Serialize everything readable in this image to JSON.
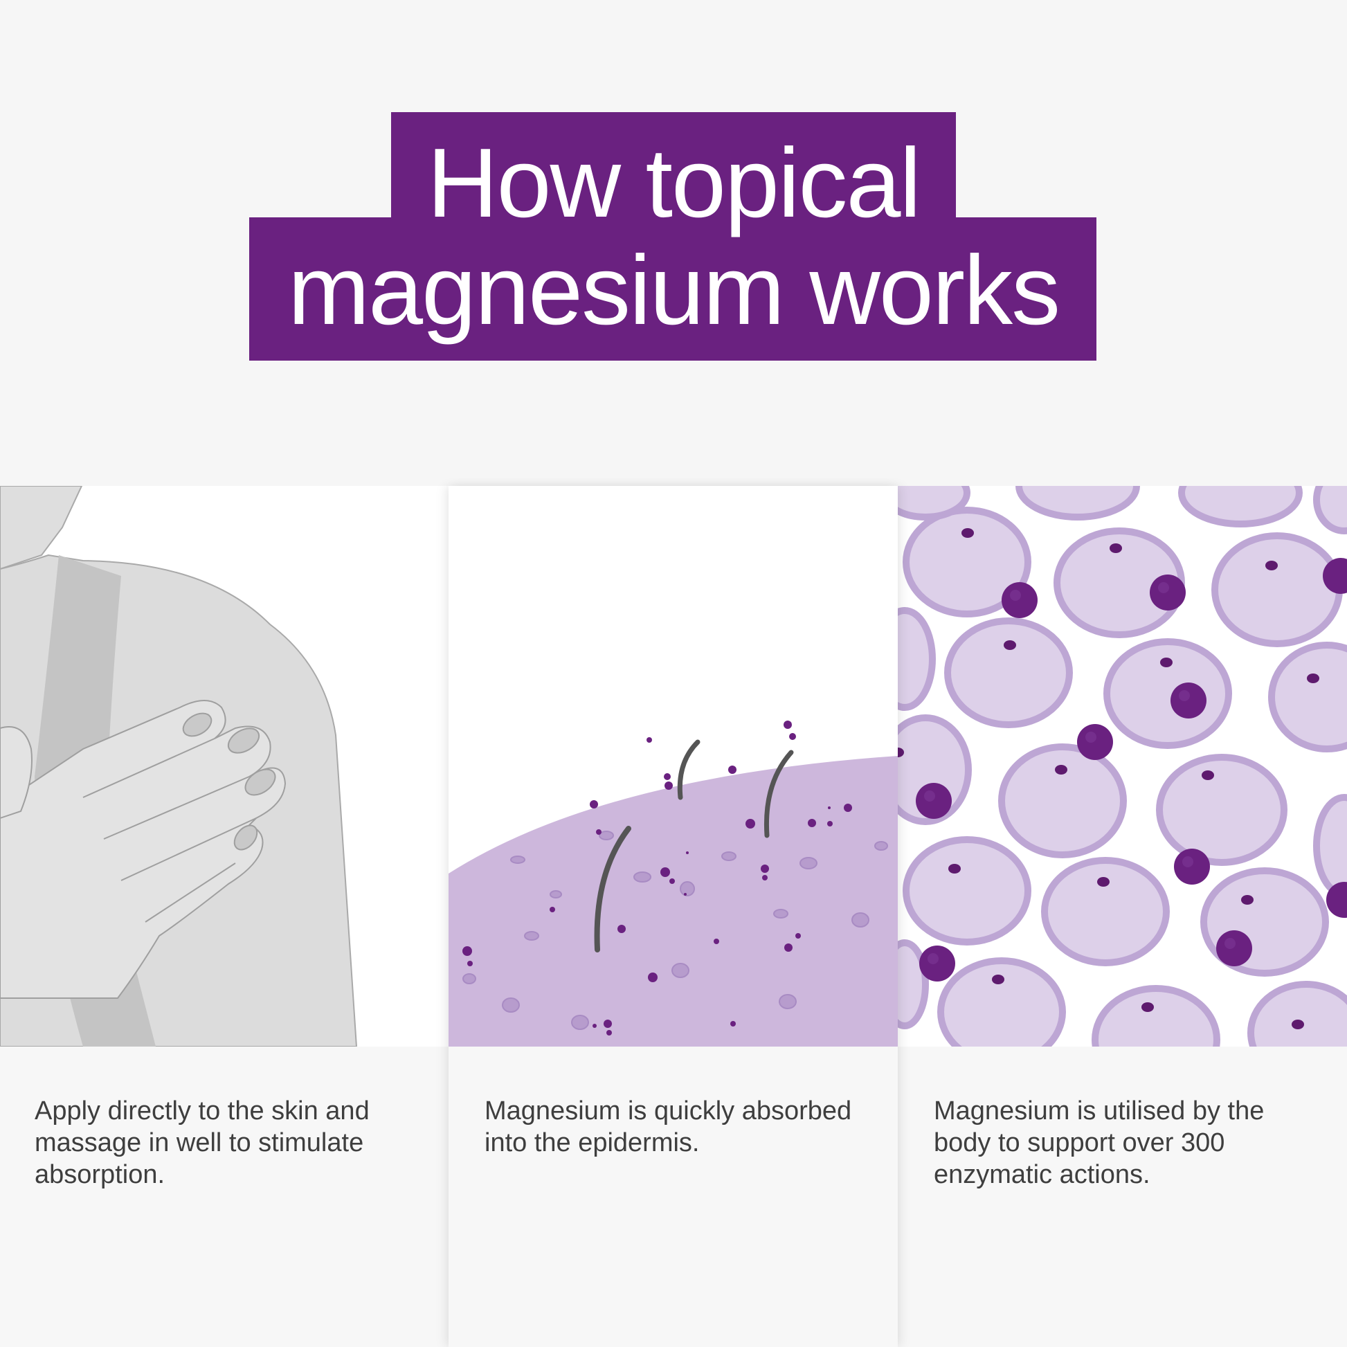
{
  "header": {
    "title_line_1": "How topical",
    "title_line_2": "magnesium works",
    "accent_color": "#6a2180"
  },
  "steps": [
    {
      "illustration": "hand-on-shoulder-icon",
      "caption": "Apply directly to the skin and massage in well to stimulate absorption."
    },
    {
      "illustration": "skin-absorption-icon",
      "caption": "Magnesium is quickly absorbed into the epidermis."
    },
    {
      "illustration": "cells-icon",
      "caption": "Magnesium is utilised by the body to support over 300 enzymatic actions."
    }
  ],
  "colors": {
    "background": "#f6f6f6",
    "skin_purple": "#cdb7dc",
    "cell_fill": "#ddd0e9",
    "cell_outline": "#bda6d4",
    "magnesium_dot": "#6a2180",
    "body_grey": "#dcdcdc"
  }
}
